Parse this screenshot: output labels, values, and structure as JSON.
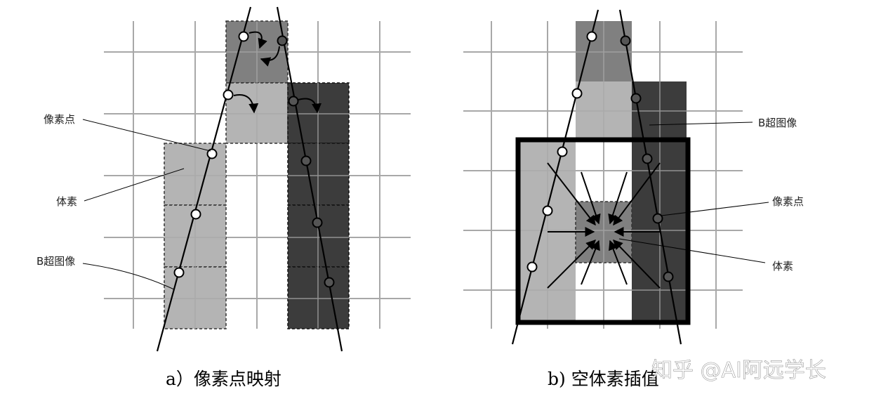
{
  "panel_a": {
    "labels": {
      "pixel": "像素点",
      "voxel": "体素",
      "bscan": "B超图像"
    },
    "caption": "a）像素点映射"
  },
  "panel_b": {
    "labels": {
      "bscan": "B超图像",
      "pixel": "像素点",
      "voxel": "体素"
    },
    "caption": "b) 空体素插值"
  },
  "watermark": "知乎 @AI阿远学长",
  "colors": {
    "grid": "#a8a8a8",
    "voxel_light": "#b4b4b4",
    "voxel_mid": "#808080",
    "voxel_dark": "#3c3c3c",
    "black": "#000000"
  }
}
